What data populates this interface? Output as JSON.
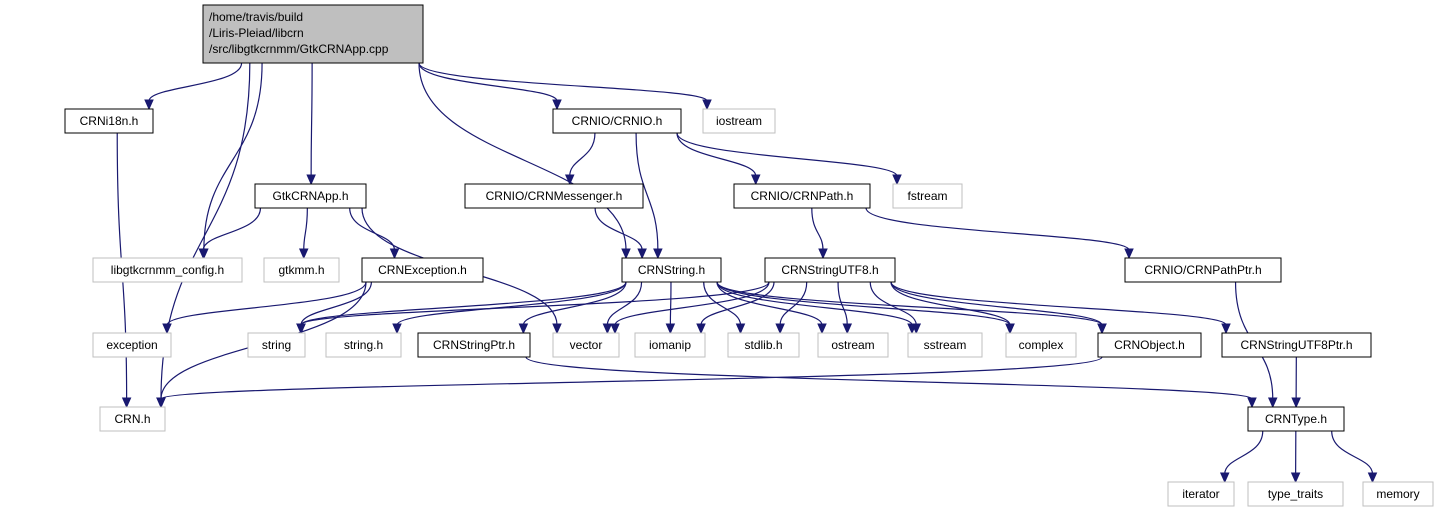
{
  "diagram": {
    "type": "include-dependency-graph",
    "colors": {
      "edge": "#191970",
      "root_fill": "#bfbfbf",
      "node_border": "#000000",
      "system_border": "#bfbfbf",
      "background": "#ffffff"
    },
    "nodes": [
      {
        "id": "root",
        "lines": [
          "/home/travis/build",
          "/Liris-Pleiad/libcrn",
          "/src/libgtkcrnmm/GtkCRNApp.cpp"
        ],
        "kind": "root"
      },
      {
        "id": "crni18n",
        "lines": [
          "CRNi18n.h"
        ],
        "kind": "primary"
      },
      {
        "id": "crnio",
        "lines": [
          "CRNIO/CRNIO.h"
        ],
        "kind": "primary"
      },
      {
        "id": "iostream",
        "lines": [
          "iostream"
        ],
        "kind": "system"
      },
      {
        "id": "gtkcrnapp",
        "lines": [
          "GtkCRNApp.h"
        ],
        "kind": "primary"
      },
      {
        "id": "messenger",
        "lines": [
          "CRNIO/CRNMessenger.h"
        ],
        "kind": "primary"
      },
      {
        "id": "crnpath",
        "lines": [
          "CRNIO/CRNPath.h"
        ],
        "kind": "primary"
      },
      {
        "id": "fstream",
        "lines": [
          "fstream"
        ],
        "kind": "system"
      },
      {
        "id": "config",
        "lines": [
          "libgtkcrnmm_config.h"
        ],
        "kind": "system"
      },
      {
        "id": "gtkmm",
        "lines": [
          "gtkmm.h"
        ],
        "kind": "system"
      },
      {
        "id": "exceptionh",
        "lines": [
          "CRNException.h"
        ],
        "kind": "primary"
      },
      {
        "id": "crnstring",
        "lines": [
          "CRNString.h"
        ],
        "kind": "primary"
      },
      {
        "id": "utf8",
        "lines": [
          "CRNStringUTF8.h"
        ],
        "kind": "primary"
      },
      {
        "id": "pathptr",
        "lines": [
          "CRNIO/CRNPathPtr.h"
        ],
        "kind": "primary"
      },
      {
        "id": "exception",
        "lines": [
          "exception"
        ],
        "kind": "system"
      },
      {
        "id": "string",
        "lines": [
          "string"
        ],
        "kind": "system"
      },
      {
        "id": "stringh",
        "lines": [
          "string.h"
        ],
        "kind": "system"
      },
      {
        "id": "stringptr",
        "lines": [
          "CRNStringPtr.h"
        ],
        "kind": "primary"
      },
      {
        "id": "vector",
        "lines": [
          "vector"
        ],
        "kind": "system"
      },
      {
        "id": "iomanip",
        "lines": [
          "iomanip"
        ],
        "kind": "system"
      },
      {
        "id": "stdlib",
        "lines": [
          "stdlib.h"
        ],
        "kind": "system"
      },
      {
        "id": "ostream",
        "lines": [
          "ostream"
        ],
        "kind": "system"
      },
      {
        "id": "sstream",
        "lines": [
          "sstream"
        ],
        "kind": "system"
      },
      {
        "id": "complex",
        "lines": [
          "complex"
        ],
        "kind": "system"
      },
      {
        "id": "crnobject",
        "lines": [
          "CRNObject.h"
        ],
        "kind": "primary"
      },
      {
        "id": "utf8ptr",
        "lines": [
          "CRNStringUTF8Ptr.h"
        ],
        "kind": "primary"
      },
      {
        "id": "crnh",
        "lines": [
          "CRN.h"
        ],
        "kind": "system"
      },
      {
        "id": "crntype",
        "lines": [
          "CRNType.h"
        ],
        "kind": "primary"
      },
      {
        "id": "iterator",
        "lines": [
          "iterator"
        ],
        "kind": "system"
      },
      {
        "id": "typetraits",
        "lines": [
          "type_traits"
        ],
        "kind": "system"
      },
      {
        "id": "memory",
        "lines": [
          "memory"
        ],
        "kind": "system"
      }
    ],
    "edges": [
      [
        "root",
        "crni18n"
      ],
      [
        "root",
        "crnio"
      ],
      [
        "root",
        "iostream"
      ],
      [
        "root",
        "gtkcrnapp"
      ],
      [
        "root",
        "config"
      ],
      [
        "root",
        "crnstring"
      ],
      [
        "root",
        "crnh"
      ],
      [
        "crni18n",
        "crnh"
      ],
      [
        "crnio",
        "messenger"
      ],
      [
        "crnio",
        "crnstring"
      ],
      [
        "crnio",
        "crnpath"
      ],
      [
        "crnio",
        "fstream"
      ],
      [
        "gtkcrnapp",
        "config"
      ],
      [
        "gtkcrnapp",
        "gtkmm"
      ],
      [
        "gtkcrnapp",
        "exceptionh"
      ],
      [
        "gtkcrnapp",
        "vector"
      ],
      [
        "messenger",
        "crnstring"
      ],
      [
        "crnpath",
        "utf8"
      ],
      [
        "crnpath",
        "pathptr"
      ],
      [
        "exceptionh",
        "exception"
      ],
      [
        "exceptionh",
        "string"
      ],
      [
        "exceptionh",
        "crnh"
      ],
      [
        "crnstring",
        "string"
      ],
      [
        "crnstring",
        "stringh"
      ],
      [
        "crnstring",
        "stringptr"
      ],
      [
        "crnstring",
        "vector"
      ],
      [
        "crnstring",
        "iomanip"
      ],
      [
        "crnstring",
        "stdlib"
      ],
      [
        "crnstring",
        "ostream"
      ],
      [
        "crnstring",
        "sstream"
      ],
      [
        "crnstring",
        "complex"
      ],
      [
        "crnstring",
        "crnobject"
      ],
      [
        "utf8",
        "string"
      ],
      [
        "utf8",
        "vector"
      ],
      [
        "utf8",
        "iomanip"
      ],
      [
        "utf8",
        "stdlib"
      ],
      [
        "utf8",
        "ostream"
      ],
      [
        "utf8",
        "sstream"
      ],
      [
        "utf8",
        "complex"
      ],
      [
        "utf8",
        "crnobject"
      ],
      [
        "utf8",
        "utf8ptr"
      ],
      [
        "pathptr",
        "crntype"
      ],
      [
        "stringptr",
        "crntype"
      ],
      [
        "crnobject",
        "crnh"
      ],
      [
        "utf8ptr",
        "crntype"
      ],
      [
        "crntype",
        "iterator"
      ],
      [
        "crntype",
        "typetraits"
      ],
      [
        "crntype",
        "memory"
      ]
    ]
  }
}
